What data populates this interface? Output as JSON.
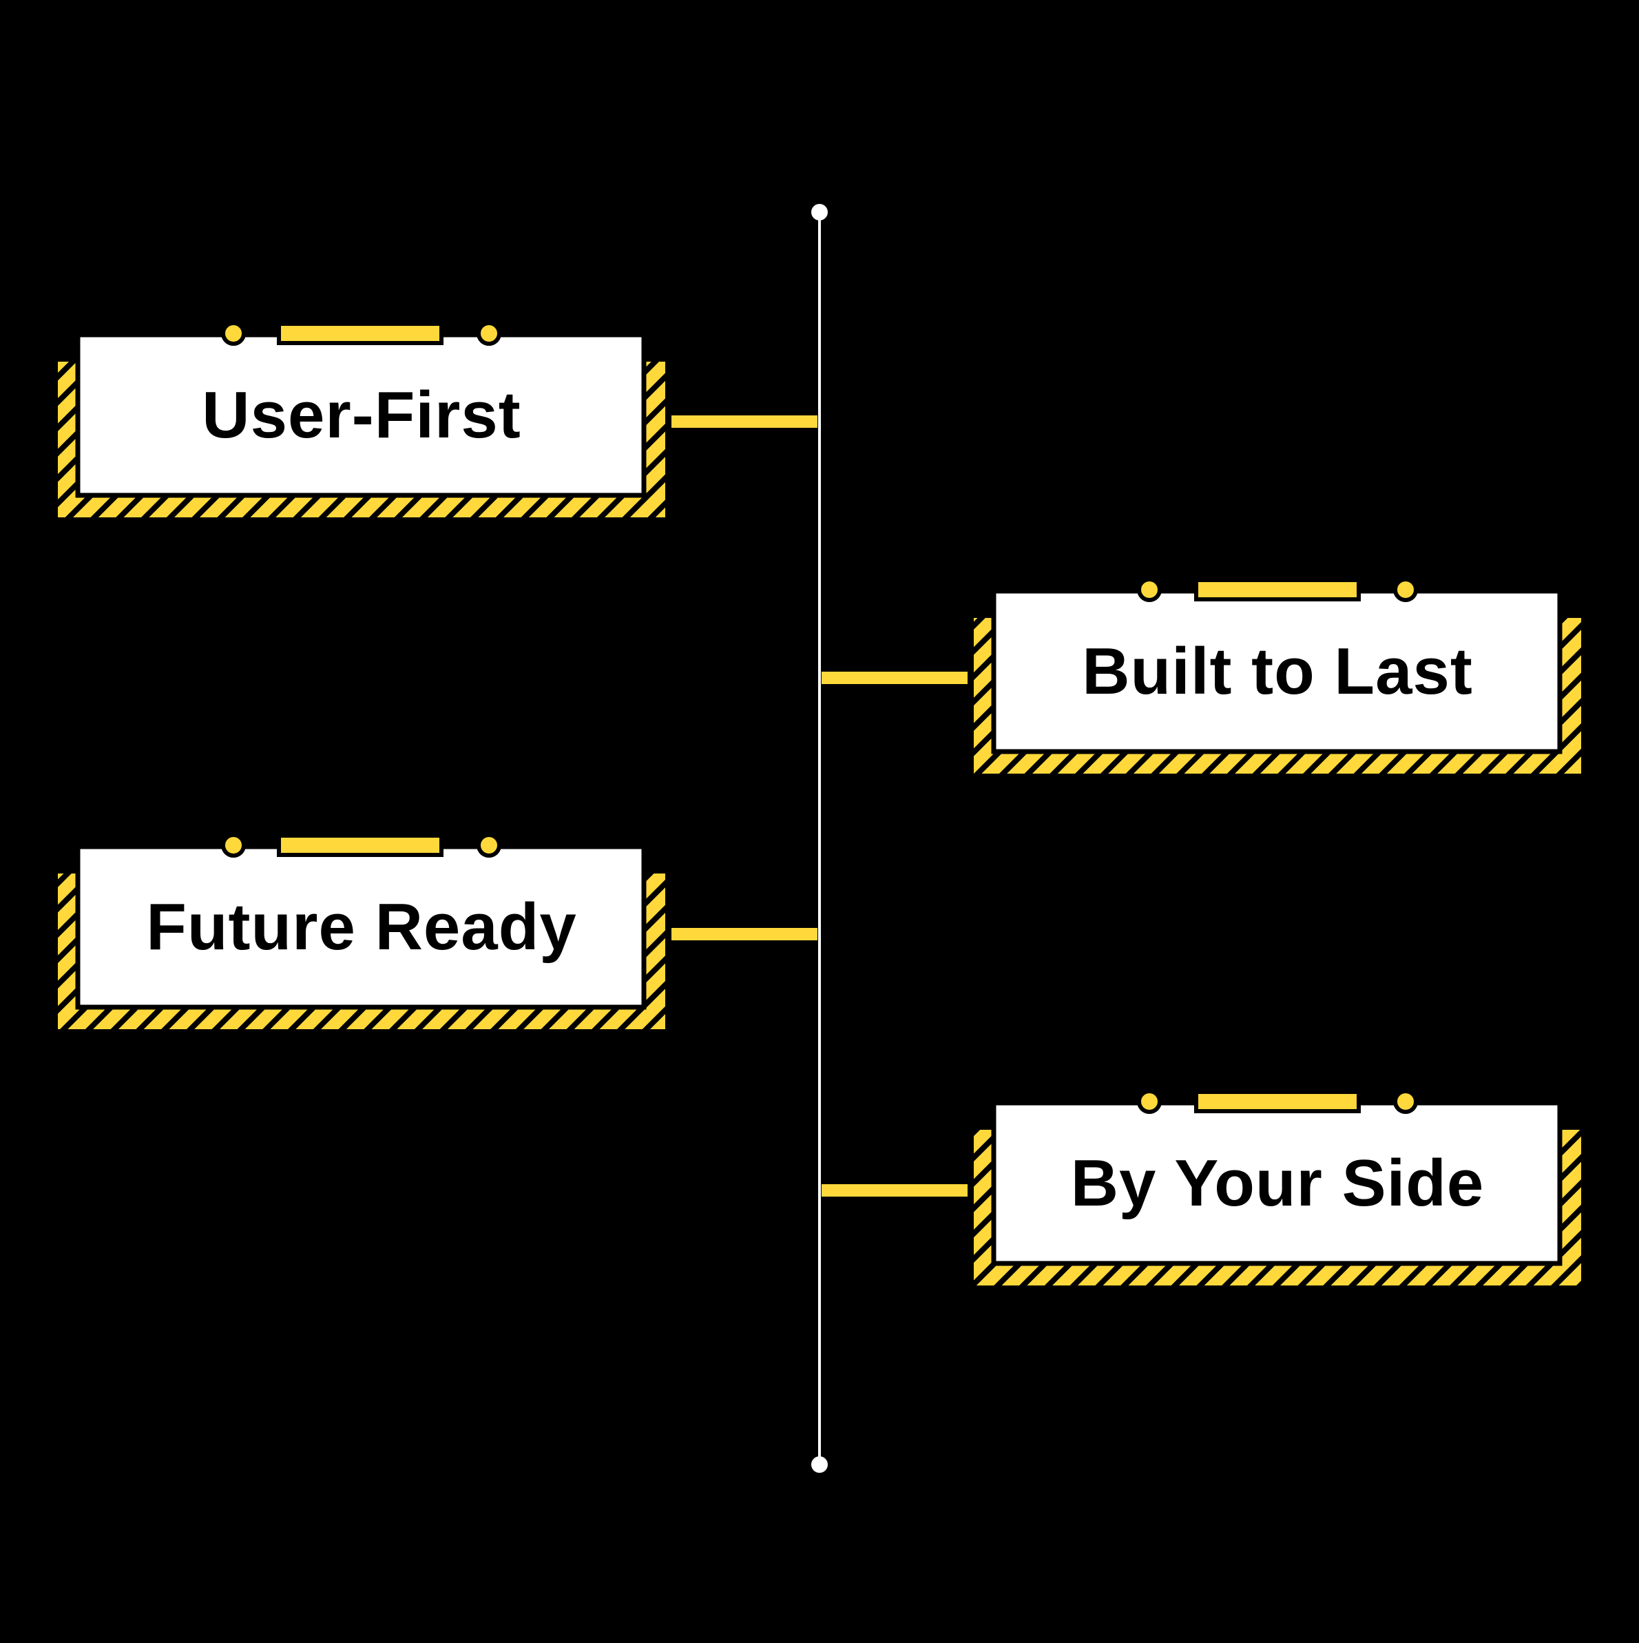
{
  "diagram": {
    "type": "vertical-timeline",
    "colors": {
      "background": "#000000",
      "accent": "#FFD93B",
      "card": "#FFFFFF",
      "outline": "#000000",
      "spine": "#FFFFFF"
    },
    "items": [
      {
        "label": "User-First",
        "side": "left"
      },
      {
        "label": "Built to Last",
        "side": "right"
      },
      {
        "label": "Future Ready",
        "side": "left"
      },
      {
        "label": "By Your Side",
        "side": "right"
      }
    ]
  }
}
